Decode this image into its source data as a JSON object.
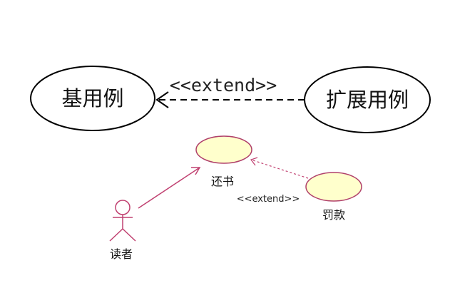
{
  "top_diagram": {
    "base_use_case": "基用例",
    "extension_use_case": "扩展用例",
    "relationship_label": "<<extend>>"
  },
  "bottom_diagram": {
    "actor": "读者",
    "base_use_case": "还书",
    "extension_use_case": "罚款",
    "relationship_label": "<<extend>>"
  },
  "colors": {
    "outline_black": "#000000",
    "use_case_fill": "#ffffcc",
    "use_case_outline": "#b0406a",
    "link_color": "#c04070"
  }
}
